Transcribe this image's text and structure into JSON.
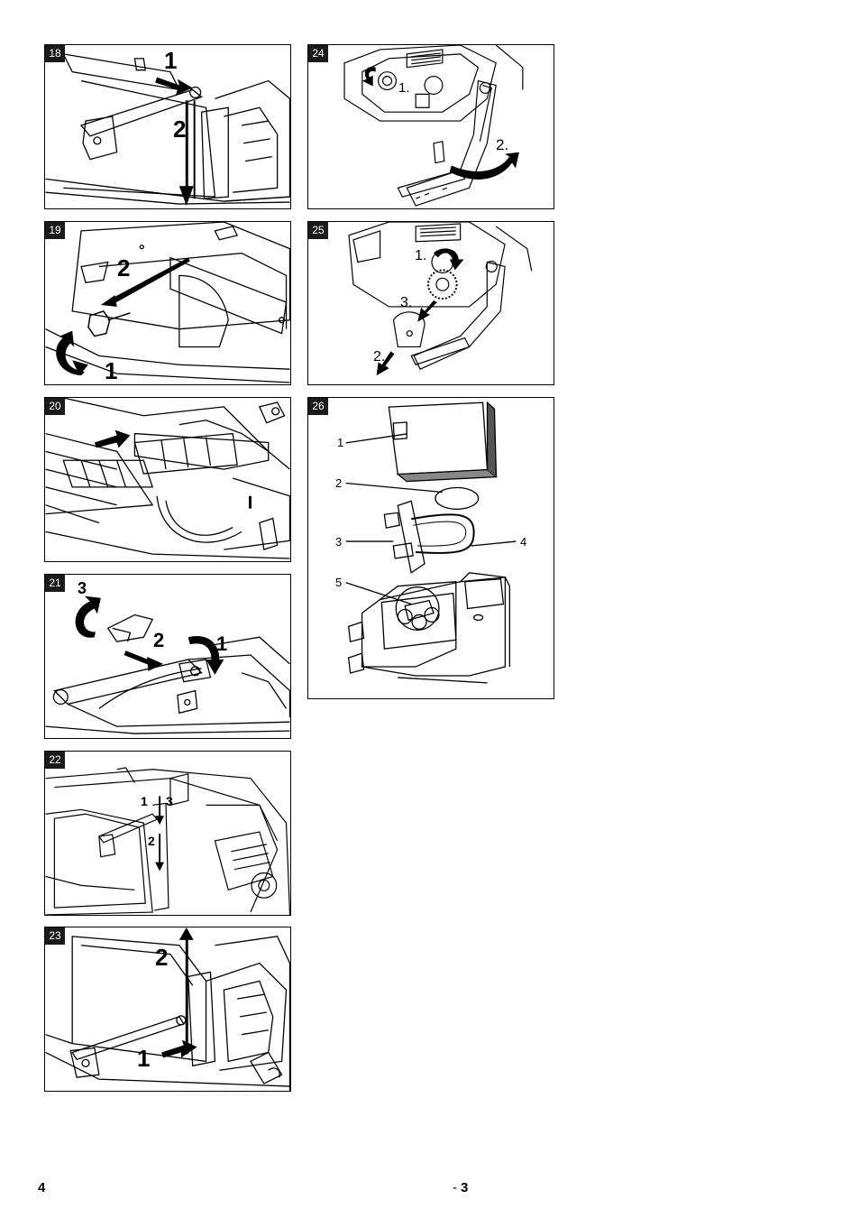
{
  "figures": [
    {
      "number": "18",
      "callouts": [
        "1",
        "2"
      ]
    },
    {
      "number": "19",
      "callouts": [
        "2",
        "1"
      ]
    },
    {
      "number": "20",
      "callouts": []
    },
    {
      "number": "21",
      "callouts": [
        "3",
        "2",
        "1"
      ]
    },
    {
      "number": "22",
      "callouts": [
        "1",
        "3",
        "2"
      ]
    },
    {
      "number": "23",
      "callouts": [
        "2",
        "1"
      ]
    },
    {
      "number": "24",
      "callouts": [
        "1.",
        "2."
      ]
    },
    {
      "number": "25",
      "callouts": [
        "1.",
        "3.",
        "2."
      ]
    },
    {
      "number": "26",
      "callouts": [
        "1",
        "2",
        "3",
        "4",
        "5"
      ]
    }
  ],
  "footer": {
    "page_number": "4",
    "separator": "-",
    "section": "3"
  },
  "colors": {
    "line": "#000000",
    "fill": "#ffffff",
    "tag": "#1a1a1a",
    "shade": "#555555"
  }
}
